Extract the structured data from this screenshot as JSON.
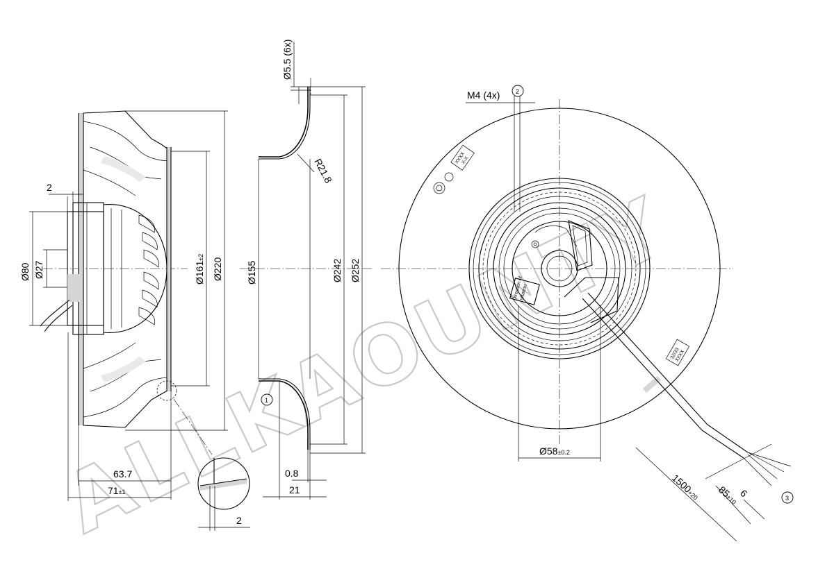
{
  "watermark": "ALLKAOUNTY",
  "side_view": {
    "dims": {
      "flange_thickness": "2",
      "hub_diameter": "Ø80",
      "shaft_diameter": "Ø27",
      "inlet_diameter": "Ø161",
      "inlet_tol": "±2",
      "outer_diameter": "Ø220",
      "depth_inner": "63.7",
      "depth_total": "71",
      "depth_tol": "±1",
      "detail_thickness": "2"
    }
  },
  "nozzle_view": {
    "dims": {
      "hole": "Ø5.5 (6x)",
      "radius": "R21.8",
      "throat": "Ø155",
      "bolt_circle": "Ø242",
      "flange_outer": "Ø252",
      "sheet": "0.8",
      "height": "21"
    },
    "callout": "1"
  },
  "front_view": {
    "thread": "M4 (4x)",
    "thread_callout": "2",
    "hub_bore": "Ø58",
    "hub_bore_tol": "±0.2",
    "cable_length": "1500",
    "cable_length_tol": "+20",
    "strip_length": "85",
    "strip_tol": "±10",
    "wire_end": "6",
    "cable_callout": "3",
    "labels": {
      "rating_a": "XXXX",
      "rating_b": "X-X",
      "serial_a": "XXXX",
      "serial_b": "32/33",
      "hub_text_a": "Direction of",
      "hub_text_b": "rotation"
    }
  }
}
